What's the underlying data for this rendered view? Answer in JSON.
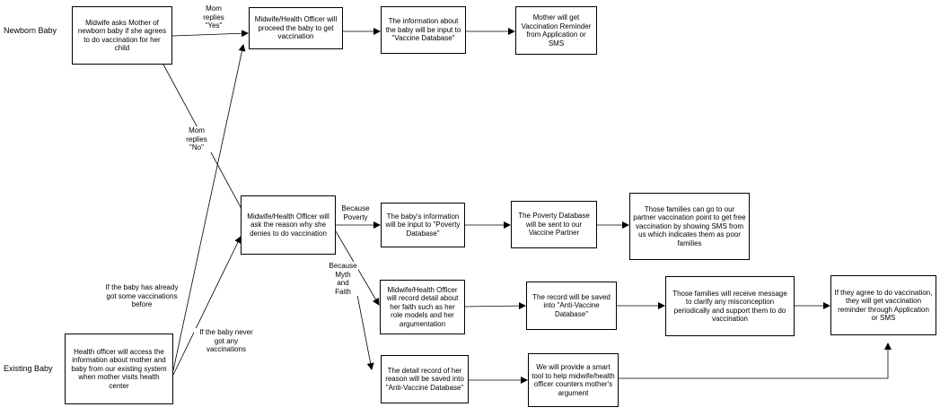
{
  "row_labels": {
    "newborn": "Newborn Baby",
    "existing": "Existing Baby"
  },
  "boxes": {
    "b1": "Midwife asks Mother of newborn baby if she agrees to do vaccination for her child",
    "b2": "Midwife/Health Officer will proceed the baby to get vaccination",
    "b3": "The information about the baby will be input to \"Vaccine Database\"",
    "b4": "Mother will get Vaccination Reminder from Application or SMS",
    "b5": "Midwife/Health Officer will ask the reason why she denies to do vaccination",
    "b6": "The baby's information will be input to \"Poverty Database\"",
    "b7": "The Poverty Database will be sent to our Vaccine Partner",
    "b8": "Those families can go to our partner vaccination point to get free vaccination by showing SMS from us which indicates them as poor families",
    "b9": "Midwife/Health Officer will record detail about her faith such as her role models and her argumentation",
    "b10": "The record will be saved into \"Anti-Vaccine Database\"",
    "b11": "Those families will receive message to clarify any misconception periodically and support them to do vaccination",
    "b12": "If they agree to do vaccination, they will get vaccination reminder through Application or SMS",
    "b13": "The detail record of her reason will be saved into \"Anti-Vaccine Database\"",
    "b14": "We will provide a smart tool to help midwife/health officer counters mother's argument",
    "b15": "Health officer will access the information about mother and baby from our existing system when mother visits health center"
  },
  "edge_labels": {
    "mom_yes": "Mom\nreplies\n\"Yes\"",
    "mom_no": "Mom\nreplies\n\"No\"",
    "because_poverty": "Because\nPoverty",
    "because_myth": "Because\nMyth\nand\nFaith",
    "already_vacc": "If the baby has already\ngot some vaccinations\nbefore",
    "never_vacc": "If the baby never\ngot any\nvaccinations"
  }
}
